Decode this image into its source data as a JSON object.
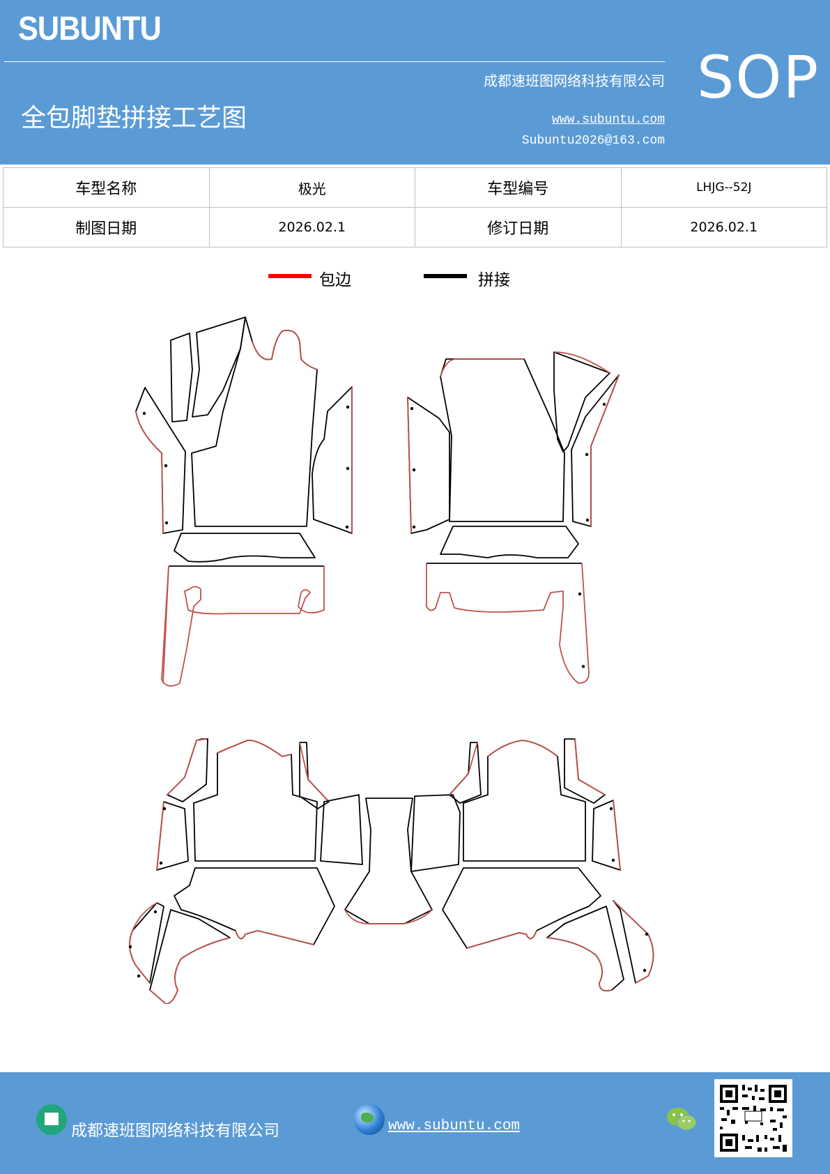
{
  "header": {
    "brand": "SUBUNTU",
    "company": "成都速班图网络科技有限公司",
    "title": "全包脚垫拼接工艺图",
    "website": "www.subuntu.com",
    "email": "Subuntu2026@163.com",
    "badge": "SOP"
  },
  "info": {
    "model_name_label": "车型名称",
    "model_name": "极光",
    "model_code_label": "车型编号",
    "model_code": "LHJG--52J",
    "draw_date_label": "制图日期",
    "draw_date": "2026.02.1",
    "revise_date_label": "修订日期",
    "revise_date": "2026.02.1"
  },
  "legend": {
    "edge_label": "包边",
    "edge_color": "#ff0000",
    "splice_label": "拼接",
    "splice_color": "#000000"
  },
  "footer": {
    "company": "成都速班图网络科技有限公司",
    "website": "www.subuntu.com",
    "icons": [
      "building-icon",
      "globe-icon",
      "wechat-icon",
      "qr-code"
    ]
  },
  "colors": {
    "header_bg": "#5b9bd5",
    "edge": "#c0504d",
    "splice": "#000000"
  }
}
